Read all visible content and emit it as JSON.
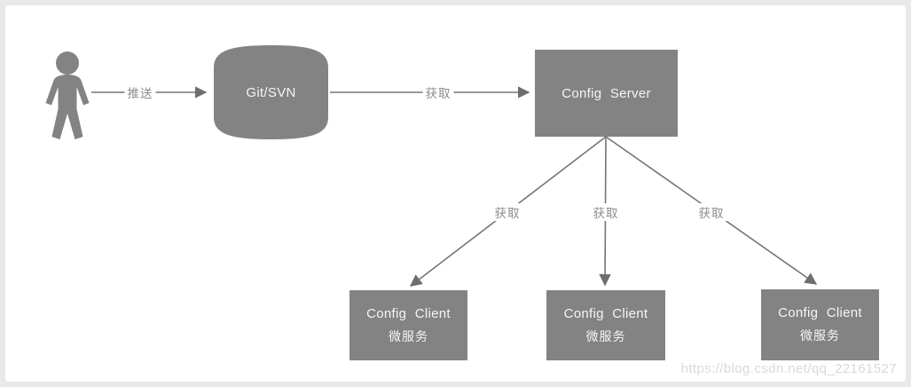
{
  "diagram": {
    "actor": {
      "icon": "person-silhouette"
    },
    "nodes": {
      "git_svn": {
        "label": "Git/SVN",
        "shape": "barrel"
      },
      "config_server": {
        "label": "Config Server",
        "shape": "rect"
      },
      "client1": {
        "label": "Config Client",
        "sublabel": "微服务",
        "shape": "rect"
      },
      "client2": {
        "label": "Config Client",
        "sublabel": "微服务",
        "shape": "rect"
      },
      "client3": {
        "label": "Config Client",
        "sublabel": "微服务",
        "shape": "rect"
      }
    },
    "edges": {
      "push": {
        "from": "actor",
        "to": "git_svn",
        "label": "推送"
      },
      "fetch_server": {
        "from": "git_svn",
        "to": "config_server",
        "label": "获取"
      },
      "fetch_client1": {
        "from": "config_server",
        "to": "client1",
        "label": "获取"
      },
      "fetch_client2": {
        "from": "config_server",
        "to": "client2",
        "label": "获取"
      },
      "fetch_client3": {
        "from": "config_server",
        "to": "client3",
        "label": "获取"
      }
    },
    "watermark": "https://blog.csdn.net/qq_22161527",
    "colors": {
      "node_fill": "#838383",
      "node_text": "#f5f5f5",
      "line": "#757575",
      "arrowhead": "#6e6e6e",
      "edge_label_text": "#8c8c8c",
      "watermark_text": "#d9d9d9",
      "frame_border": "#e9e9e9",
      "background": "#ffffff"
    }
  }
}
